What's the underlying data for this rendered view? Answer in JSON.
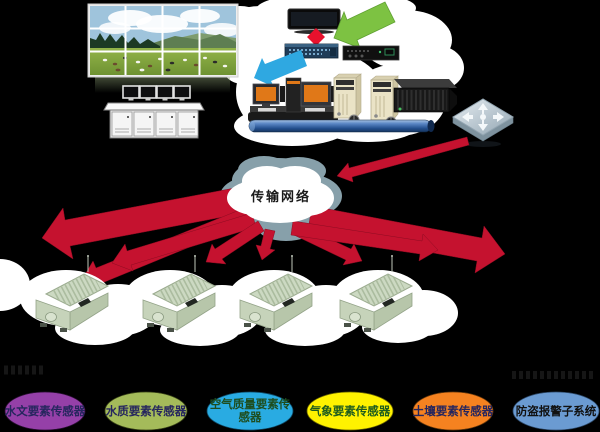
{
  "background_color": "#000000",
  "transmission_cloud": {
    "label": "传输网络",
    "fill": "#ffffff",
    "shadow_color": "#87A0AA",
    "text_color": "#1a1a1a"
  },
  "arrow_colors": {
    "red": "#C5122F",
    "green": "#7DC242",
    "blue": "#2FA8E1"
  },
  "alarm_diamond_color": "#E8112D",
  "sensor_nodes": [
    {
      "name": "hydrology",
      "lines": [
        "水文要素传感器"
      ],
      "color": "#9540A8",
      "text_color": "#26265E"
    },
    {
      "name": "water-quality",
      "lines": [
        "水质要素传感器"
      ],
      "color": "#A4BB5A",
      "text_color": "#26265E"
    },
    {
      "name": "air-quality",
      "lines": [
        "空气质量要素传",
        "感器"
      ],
      "color": "#29ABE2",
      "text_color": "#1E4D1E"
    },
    {
      "name": "meteorology",
      "lines": [
        "气象要素传感器"
      ],
      "color": "#FFF200",
      "text_color": "#1E5C1E"
    },
    {
      "name": "soil",
      "lines": [
        "土壤要素传感器"
      ],
      "color": "#F58220",
      "text_color": "#26265E"
    },
    {
      "name": "anti-theft-alarm",
      "lines": [
        "防盗报警子系统"
      ],
      "color": "#6B9BD2",
      "text_color": "#111111"
    }
  ]
}
